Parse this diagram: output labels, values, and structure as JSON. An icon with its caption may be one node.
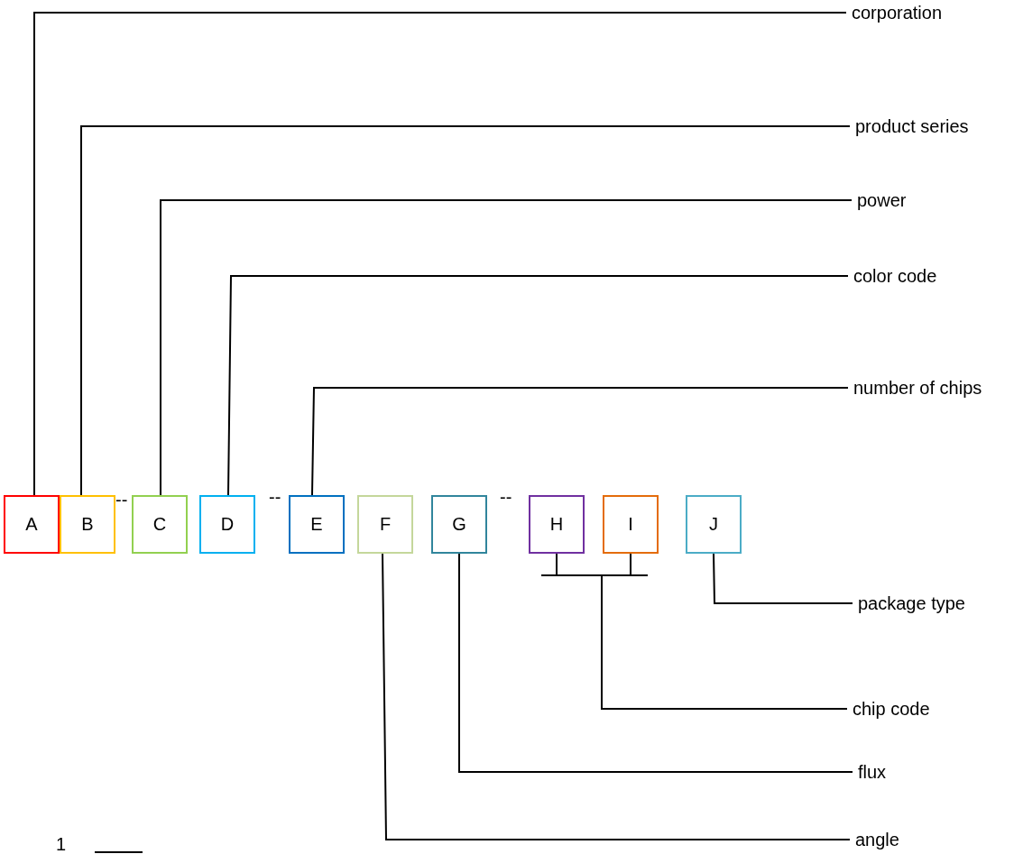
{
  "diagram": {
    "nodes": [
      {
        "text": [
          "A"
        ]
      },
      {
        "text": [
          "B"
        ]
      },
      {
        "text": [
          "C"
        ]
      },
      {
        "text": [
          "D"
        ]
      },
      {
        "text": [
          "E"
        ]
      },
      {
        "text": [
          "F"
        ]
      },
      {
        "text": [
          "G"
        ]
      },
      {
        "text": [
          "H"
        ]
      },
      {
        "text": [
          "I"
        ]
      },
      {
        "text": [
          "J"
        ]
      },
      {
        "text": [
          "corporation"
        ]
      },
      {
        "text": [
          "product series"
        ]
      },
      {
        "text": [
          "power"
        ]
      },
      {
        "text": [
          "color code"
        ]
      },
      {
        "text": [
          "number of chips"
        ]
      },
      {
        "text": [
          "package type"
        ]
      },
      {
        "text": [
          "chip code"
        ]
      },
      {
        "text": [
          "flux"
        ]
      },
      {
        "text": [
          "angle"
        ]
      }
    ],
    "edges": [
      {
        "from": 0,
        "to": 10,
        "arrow": "none"
      },
      {
        "from": 1,
        "to": 11,
        "arrow": "none"
      },
      {
        "from": 2,
        "to": 12,
        "arrow": "none"
      },
      {
        "from": 3,
        "to": 13,
        "arrow": "none"
      },
      {
        "from": 4,
        "to": 14,
        "arrow": "none"
      },
      {
        "from": 9,
        "to": 15,
        "arrow": "none"
      },
      {
        "from": 7,
        "to": 16,
        "arrow": "none"
      },
      {
        "from": 8,
        "to": 16,
        "arrow": "none"
      },
      {
        "from": 6,
        "to": 17,
        "arrow": "none"
      },
      {
        "from": 5,
        "to": 18,
        "arrow": "none"
      }
    ],
    "labels": [
      "--",
      "--",
      "--",
      "1"
    ]
  }
}
